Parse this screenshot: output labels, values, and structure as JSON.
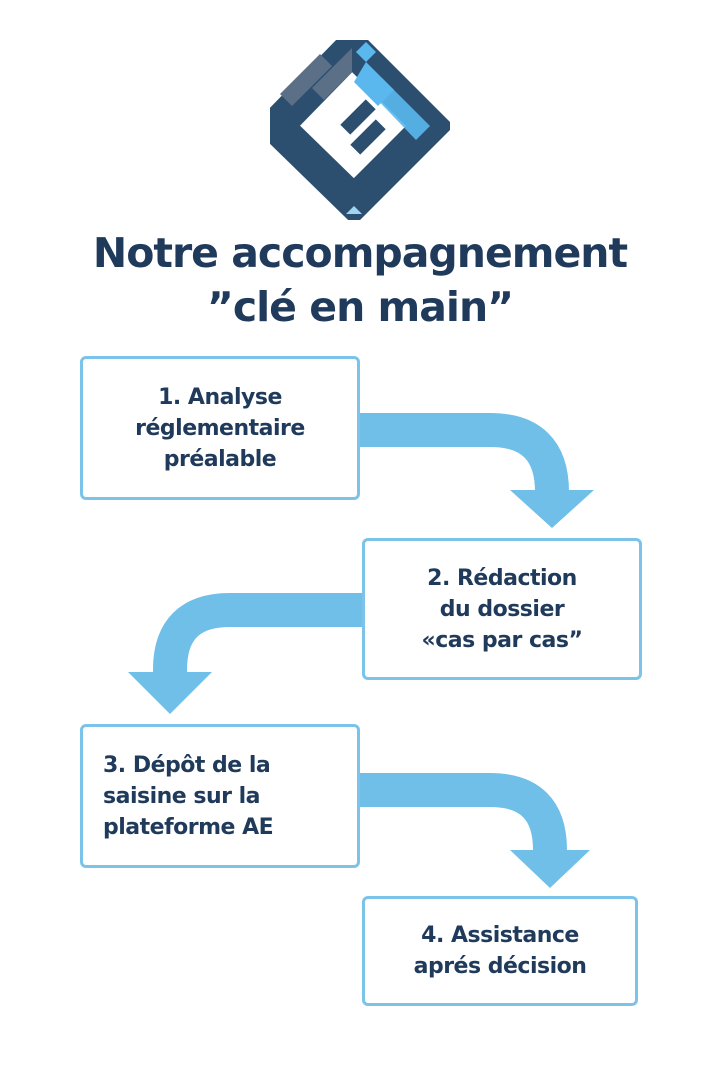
{
  "title": {
    "line1": "Notre accompagnement",
    "line2": "”clé en main”"
  },
  "steps": [
    {
      "line1": "1. Analyse",
      "line2": "réglementaire",
      "line3": "préalable"
    },
    {
      "line1": "2. Rédaction",
      "line2": "du dossier",
      "line3": "«cas par cas”"
    },
    {
      "line1": "3. Dépôt de la",
      "line2": "saisine sur la",
      "line3": "plateforme  AE"
    },
    {
      "line1": "4. Assistance",
      "line2": "aprés décision"
    }
  ],
  "colors": {
    "navy": "#1f3a5a",
    "arrow_blue": "#6fbfe8",
    "border_blue": "#7cc3ea",
    "logo_dark": "#2c4f70",
    "logo_grey": "#5b7087",
    "logo_light": "#5ab8ee"
  },
  "icons": {
    "logo": "ei-diamond-logo",
    "flow_arrows": "curved-down-arrow"
  }
}
